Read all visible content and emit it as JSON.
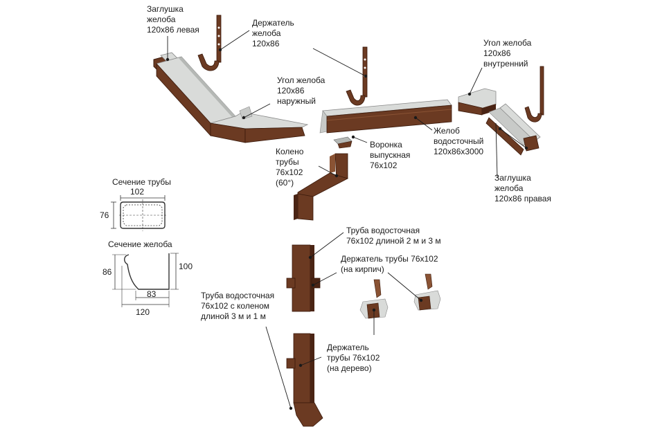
{
  "colors": {
    "gutter_metal": "#d9dbd9",
    "gutter_shade": "#b5b8b5",
    "brown": "#6b3a22",
    "brown_dark": "#4a2414",
    "brown_light": "#8a5334",
    "leader": "#1a1a1a",
    "background": "#ffffff"
  },
  "labels": {
    "end_cap_left": "Заглушка\nжелоба\n120х86 левая",
    "gutter_holder": "Держатель\nжелоба\n120х86",
    "outer_corner": "Угол желоба\n120х86\nнаружный",
    "inner_corner": "Угол желоба\n120х86\nвнутренний",
    "gutter": "Желоб\nводосточный\n120х86х3000",
    "outlet": "Воронка\nвыпускная\n76х102",
    "elbow": "Колено\nтрубы\n76х102\n(60°)",
    "end_cap_right": "Заглушка\nжелоба\n120х86 правая",
    "pipe": "Труба водосточная\n76х102 длиной 2 м и 3 м",
    "brick_holder": "Держатель трубы 76х102\n(на кирпич)",
    "pipe_with_elbow": "Труба водосточная\n76х102 с коленом\nдлиной 3 м и 1 м",
    "wood_holder": "Держатель\nтрубы 76х102\n(на дерево)"
  },
  "pipe_section": {
    "title": "Сечение трубы",
    "width": "102",
    "height": "76"
  },
  "gutter_section": {
    "title": "Сечение желоба",
    "left_height": "86",
    "right_height": "100",
    "inner_width": "83",
    "total_width": "120"
  }
}
